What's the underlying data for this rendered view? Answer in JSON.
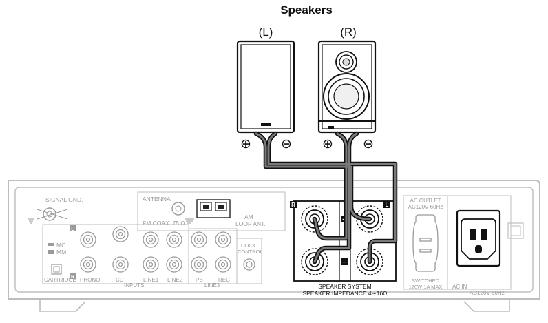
{
  "title": "Speakers",
  "speaker_left_label": "(L)",
  "speaker_right_label": "(R)",
  "polarity_plus": "⊕",
  "polarity_minus": "⊖",
  "rear_panel": {
    "signal_gnd": "SIGNAL GND.",
    "antenna": "ANTENNA",
    "fm_coax": "FM COAX. 75 Ω",
    "am": "AM",
    "am_loop_ant": "LOOP ANT.",
    "mc": "MC",
    "mm": "MM",
    "cartridge": "CARTRIDGE",
    "phono": "PHONO",
    "cd": "CD",
    "inputs": "INPUTS",
    "line1": "LINE1",
    "line2": "LINE2",
    "pb": "PB",
    "rec": "REC",
    "line3": "LINE3",
    "dock": "DOCK",
    "control": "CONTROL",
    "channel_l": "L",
    "channel_r": "R",
    "term_plus": "+",
    "term_minus": "−",
    "speaker_system": "SPEAKER SYSTEM",
    "speaker_impedance": "SPEAKER IMPEDANCE 4∼16Ω",
    "ac_outlet": "AC OUTLET",
    "ac_outlet_rating": "AC120V 60Hz",
    "switched": "SWITCHED",
    "switched_rating": "120W 1A MAX",
    "ac_in": "AC IN",
    "ac_in_rating": "AC120V 60Hz"
  },
  "colors": {
    "outline": "#111111",
    "panel_outline": "#bdbdbd",
    "panel_text": "#9a9a9a",
    "cable_core": "#7a7a7a"
  }
}
